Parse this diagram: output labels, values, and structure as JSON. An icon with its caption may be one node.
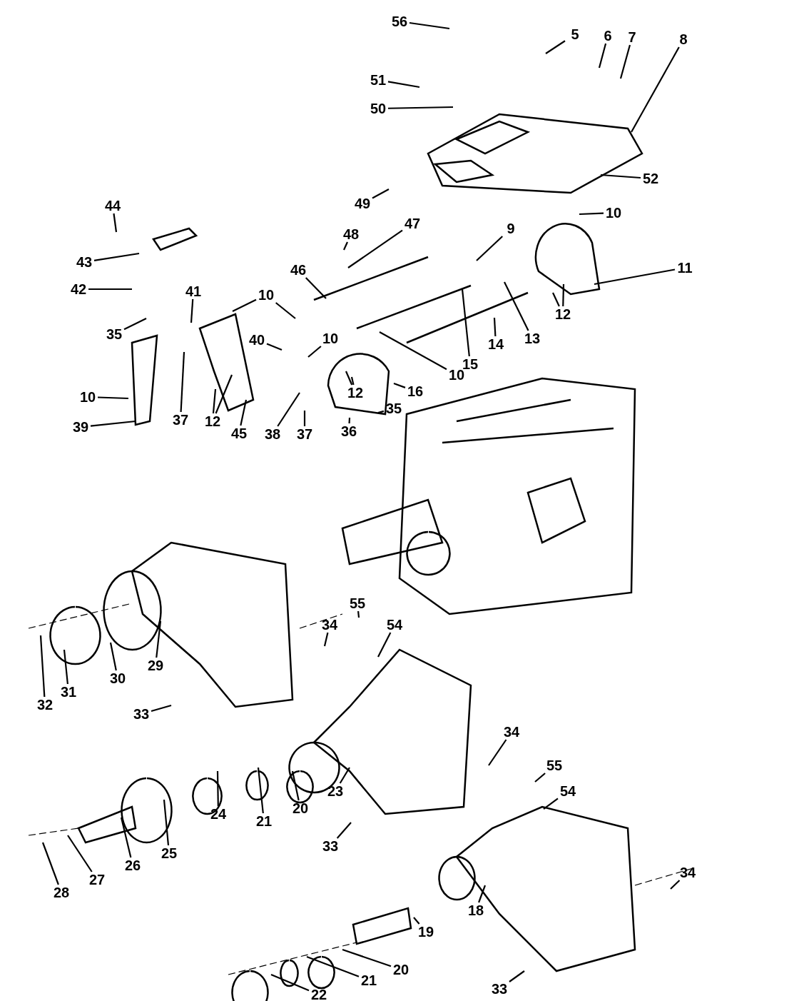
{
  "diagram": {
    "nodes": [
      {
        "text": [
          "56"
        ]
      },
      {
        "text": [
          "5"
        ]
      },
      {
        "text": [
          "6"
        ]
      },
      {
        "text": [
          "7"
        ]
      },
      {
        "text": [
          "8"
        ]
      },
      {
        "text": [
          "51"
        ]
      },
      {
        "text": [
          "50"
        ]
      },
      {
        "text": [
          "49"
        ]
      },
      {
        "text": [
          "52"
        ]
      },
      {
        "text": [
          "10"
        ]
      },
      {
        "text": [
          "44"
        ]
      },
      {
        "text": [
          "43"
        ]
      },
      {
        "text": [
          "42"
        ]
      },
      {
        "text": [
          "48"
        ]
      },
      {
        "text": [
          "47"
        ]
      },
      {
        "text": [
          "46"
        ]
      },
      {
        "text": [
          "9"
        ]
      },
      {
        "text": [
          "11"
        ]
      },
      {
        "text": [
          "35"
        ]
      },
      {
        "text": [
          "41"
        ]
      },
      {
        "text": [
          "10"
        ]
      },
      {
        "text": [
          "40"
        ]
      },
      {
        "text": [
          "10"
        ]
      },
      {
        "text": [
          "13"
        ]
      },
      {
        "text": [
          "14"
        ]
      },
      {
        "text": [
          "15"
        ]
      },
      {
        "text": [
          "12"
        ]
      },
      {
        "text": [
          "10"
        ]
      },
      {
        "text": [
          "16"
        ]
      },
      {
        "text": [
          "35"
        ]
      },
      {
        "text": [
          "10"
        ]
      },
      {
        "text": [
          "39"
        ]
      },
      {
        "text": [
          "37"
        ]
      },
      {
        "text": [
          "12"
        ]
      },
      {
        "text": [
          "45"
        ]
      },
      {
        "text": [
          "38"
        ]
      },
      {
        "text": [
          "37"
        ]
      },
      {
        "text": [
          "12"
        ]
      },
      {
        "text": [
          "36"
        ]
      },
      {
        "text": [
          "55"
        ]
      },
      {
        "text": [
          "54"
        ]
      },
      {
        "text": [
          "34"
        ]
      },
      {
        "text": [
          "32"
        ]
      },
      {
        "text": [
          "31"
        ]
      },
      {
        "text": [
          "30"
        ]
      },
      {
        "text": [
          "29"
        ]
      },
      {
        "text": [
          "33"
        ]
      },
      {
        "text": [
          "34"
        ]
      },
      {
        "text": [
          "55"
        ]
      },
      {
        "text": [
          "54"
        ]
      },
      {
        "text": [
          "23"
        ]
      },
      {
        "text": [
          "33"
        ]
      },
      {
        "text": [
          "20"
        ]
      },
      {
        "text": [
          "21"
        ]
      },
      {
        "text": [
          "24"
        ]
      },
      {
        "text": [
          "25"
        ]
      },
      {
        "text": [
          "26"
        ]
      },
      {
        "text": [
          "27"
        ]
      },
      {
        "text": [
          "28"
        ]
      },
      {
        "text": [
          "34"
        ]
      },
      {
        "text": [
          "18"
        ]
      },
      {
        "text": [
          "19"
        ]
      },
      {
        "text": [
          "20"
        ]
      },
      {
        "text": [
          "21"
        ]
      },
      {
        "text": [
          "22"
        ]
      },
      {
        "text": [
          "33"
        ]
      }
    ],
    "edges": [
      {
        "from": 0,
        "to": null,
        "arrow": "none"
      },
      {
        "from": 1,
        "to": null,
        "arrow": "none"
      },
      {
        "from": 2,
        "to": null,
        "arrow": "none"
      },
      {
        "from": 3,
        "to": null,
        "arrow": "none"
      },
      {
        "from": 4,
        "to": null,
        "arrow": "none"
      },
      {
        "from": 5,
        "to": null,
        "arrow": "none"
      },
      {
        "from": 6,
        "to": null,
        "arrow": "none"
      },
      {
        "from": 7,
        "to": null,
        "arrow": "none"
      },
      {
        "from": 8,
        "to": null,
        "arrow": "none"
      },
      {
        "from": 9,
        "to": null,
        "arrow": "none"
      },
      {
        "from": 10,
        "to": null,
        "arrow": "none"
      },
      {
        "from": 11,
        "to": null,
        "arrow": "none"
      },
      {
        "from": 12,
        "to": null,
        "arrow": "none"
      },
      {
        "from": 13,
        "to": null,
        "arrow": "none"
      },
      {
        "from": 14,
        "to": null,
        "arrow": "none"
      },
      {
        "from": 15,
        "to": null,
        "arrow": "none"
      },
      {
        "from": 16,
        "to": null,
        "arrow": "none"
      },
      {
        "from": 17,
        "to": null,
        "arrow": "none"
      },
      {
        "from": 18,
        "to": null,
        "arrow": "none"
      },
      {
        "from": 19,
        "to": null,
        "arrow": "none"
      },
      {
        "from": 20,
        "to": null,
        "arrow": "none"
      },
      {
        "from": 20,
        "to": null,
        "arrow": "none"
      },
      {
        "from": 21,
        "to": null,
        "arrow": "none"
      },
      {
        "from": 22,
        "to": null,
        "arrow": "none"
      },
      {
        "from": 23,
        "to": null,
        "arrow": "none"
      },
      {
        "from": 24,
        "to": null,
        "arrow": "none"
      },
      {
        "from": 25,
        "to": null,
        "arrow": "none"
      },
      {
        "from": 26,
        "to": null,
        "arrow": "none"
      },
      {
        "from": 26,
        "to": null,
        "arrow": "none"
      },
      {
        "from": 27,
        "to": null,
        "arrow": "none"
      },
      {
        "from": 28,
        "to": null,
        "arrow": "none"
      },
      {
        "from": 29,
        "to": null,
        "arrow": "none"
      },
      {
        "from": 30,
        "to": null,
        "arrow": "none"
      },
      {
        "from": 31,
        "to": null,
        "arrow": "none"
      },
      {
        "from": 32,
        "to": null,
        "arrow": "none"
      },
      {
        "from": 33,
        "to": null,
        "arrow": "none"
      },
      {
        "from": 33,
        "to": null,
        "arrow": "none"
      },
      {
        "from": 34,
        "to": null,
        "arrow": "none"
      },
      {
        "from": 35,
        "to": null,
        "arrow": "none"
      },
      {
        "from": 36,
        "to": null,
        "arrow": "none"
      },
      {
        "from": 37,
        "to": null,
        "arrow": "none"
      },
      {
        "from": 37,
        "to": null,
        "arrow": "none"
      },
      {
        "from": 38,
        "to": null,
        "arrow": "none"
      },
      {
        "from": 39,
        "to": null,
        "arrow": "none"
      },
      {
        "from": 40,
        "to": null,
        "arrow": "none"
      },
      {
        "from": 41,
        "to": null,
        "arrow": "none"
      },
      {
        "from": 42,
        "to": null,
        "arrow": "none"
      },
      {
        "from": 43,
        "to": null,
        "arrow": "none"
      },
      {
        "from": 44,
        "to": null,
        "arrow": "none"
      },
      {
        "from": 45,
        "to": null,
        "arrow": "none"
      },
      {
        "from": 46,
        "to": null,
        "arrow": "none"
      },
      {
        "from": 47,
        "to": null,
        "arrow": "none"
      },
      {
        "from": 48,
        "to": null,
        "arrow": "none"
      },
      {
        "from": 49,
        "to": null,
        "arrow": "none"
      },
      {
        "from": 50,
        "to": null,
        "arrow": "none"
      },
      {
        "from": 51,
        "to": null,
        "arrow": "none"
      },
      {
        "from": 52,
        "to": null,
        "arrow": "none"
      },
      {
        "from": 53,
        "to": null,
        "arrow": "none"
      },
      {
        "from": 54,
        "to": null,
        "arrow": "none"
      },
      {
        "from": 55,
        "to": null,
        "arrow": "none"
      },
      {
        "from": 56,
        "to": null,
        "arrow": "none"
      },
      {
        "from": 57,
        "to": null,
        "arrow": "none"
      },
      {
        "from": 58,
        "to": null,
        "arrow": "none"
      },
      {
        "from": 59,
        "to": null,
        "arrow": "none"
      },
      {
        "from": 60,
        "to": null,
        "arrow": "none"
      },
      {
        "from": 61,
        "to": null,
        "arrow": "none"
      },
      {
        "from": 62,
        "to": null,
        "arrow": "none"
      },
      {
        "from": 63,
        "to": null,
        "arrow": "none"
      },
      {
        "from": 64,
        "to": null,
        "arrow": "none"
      },
      {
        "from": 65,
        "to": null,
        "arrow": "none"
      }
    ]
  }
}
